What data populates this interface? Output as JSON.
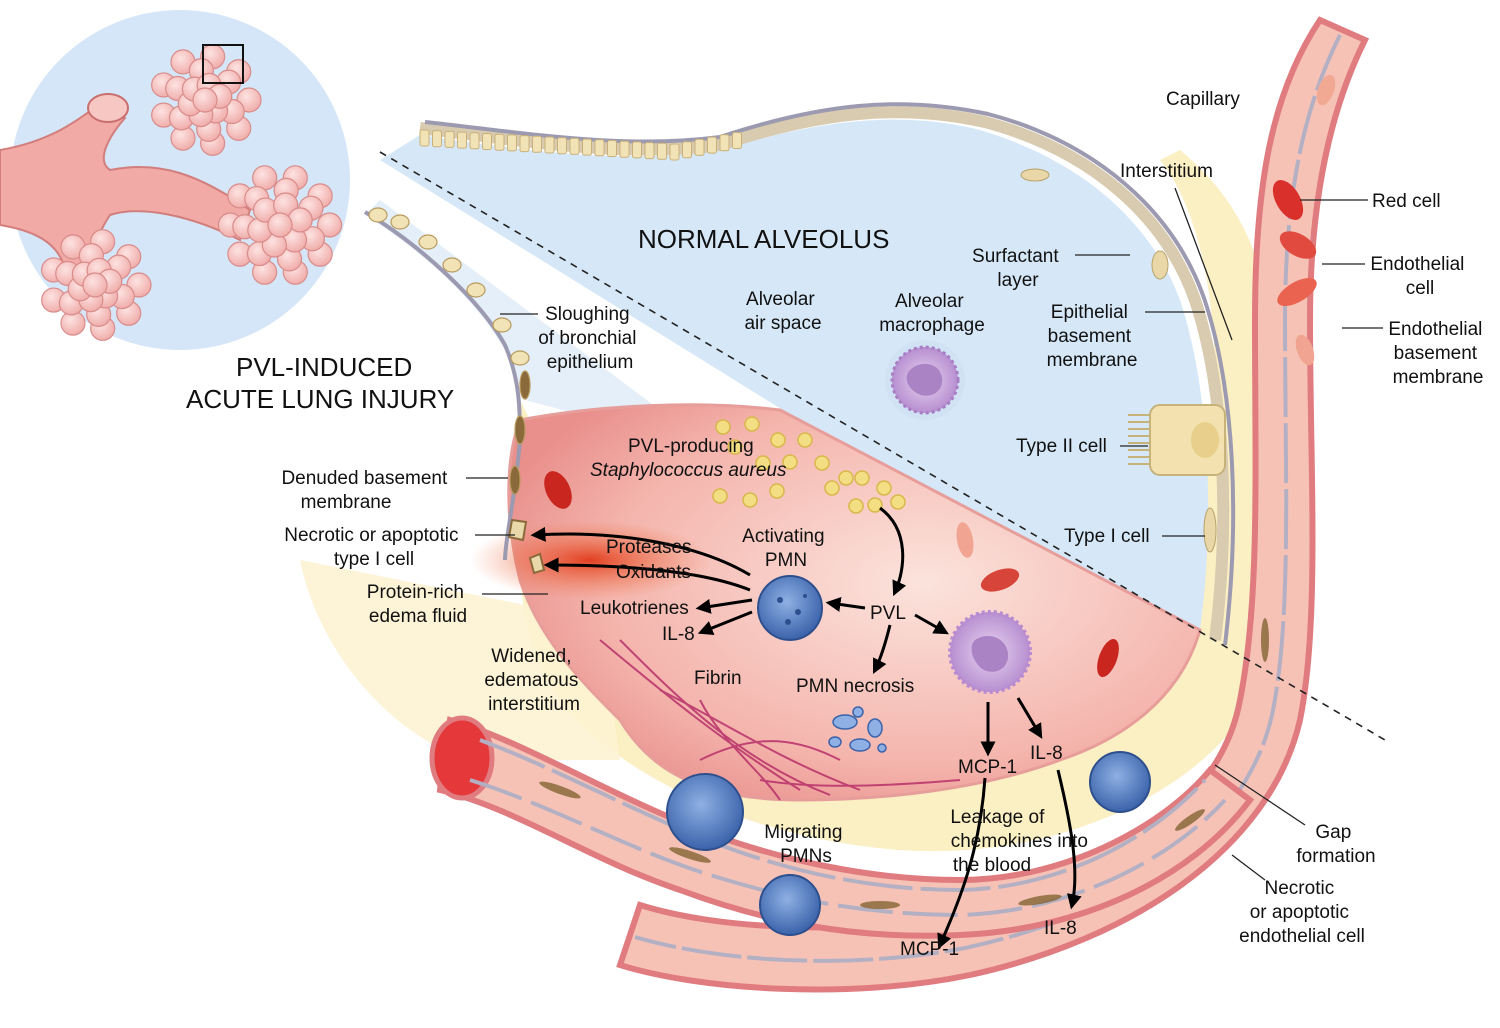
{
  "titles": {
    "normal": "NORMAL ALVEOLUS",
    "injury_line1": "PVL-INDUCED",
    "injury_line2": "ACUTE LUNG INJURY"
  },
  "labels": {
    "capillary": "Capillary",
    "interstitium": "Interstitium",
    "red_cell": "Red cell",
    "endothelial_cell": [
      "Endothelial",
      "cell"
    ],
    "endothelial_bm": [
      "Endothelial",
      "basement",
      "membrane"
    ],
    "surfactant": [
      "Surfactant",
      "layer"
    ],
    "epithelial_bm": [
      "Epithelial",
      "basement",
      "membrane"
    ],
    "alveolar_air": [
      "Alveolar",
      "air space"
    ],
    "alveolar_macrophage": [
      "Alveolar",
      "macrophage"
    ],
    "type2": "Type II cell",
    "type1": "Type I cell",
    "sloughing": [
      "Sloughing",
      "of bronchial",
      "epithelium"
    ],
    "denuded": [
      "Denuded basement",
      "membrane"
    ],
    "necrotic_type1": [
      "Necrotic or apoptotic",
      "type I cell"
    ],
    "protein_rich": [
      "Protein-rich",
      "edema fluid"
    ],
    "widened": [
      "Widened,",
      "edematous",
      "interstitium"
    ],
    "pvl_producing": "PVL-producing",
    "staph": "Staphylococcus aureus",
    "activating_pmn": [
      "Activating",
      "PMN"
    ],
    "proteases": "Proteases",
    "oxidants": "Oxidants",
    "leukotrienes": "Leukotrienes",
    "il8_left": "IL-8",
    "pvl": "PVL",
    "pmn_necrosis": "PMN necrosis",
    "fibrin": "Fibrin",
    "mcp1_upper": "MCP-1",
    "il8_upper": "IL-8",
    "leakage": [
      "Leakage of",
      "chemokines into",
      "the blood"
    ],
    "migrating": [
      "Migrating",
      "PMNs"
    ],
    "mcp1_lower": "MCP-1",
    "il8_lower": "IL-8",
    "gap": [
      "Gap",
      "formation"
    ],
    "necrotic_endo": [
      "Necrotic",
      "or apoptotic",
      "endothelial cell"
    ]
  },
  "colors": {
    "air_space": "#d6e8f8",
    "interstitium": "#fbefc4",
    "capillary_wall": "#e8868a",
    "capillary_fill": "#f7c2b6",
    "edema": "#f2a3a3",
    "pmn": "#4f7bc4",
    "macrophage": "#c9a6dc",
    "bacteria": "#f4de84",
    "red_cell": "#d9302c"
  }
}
